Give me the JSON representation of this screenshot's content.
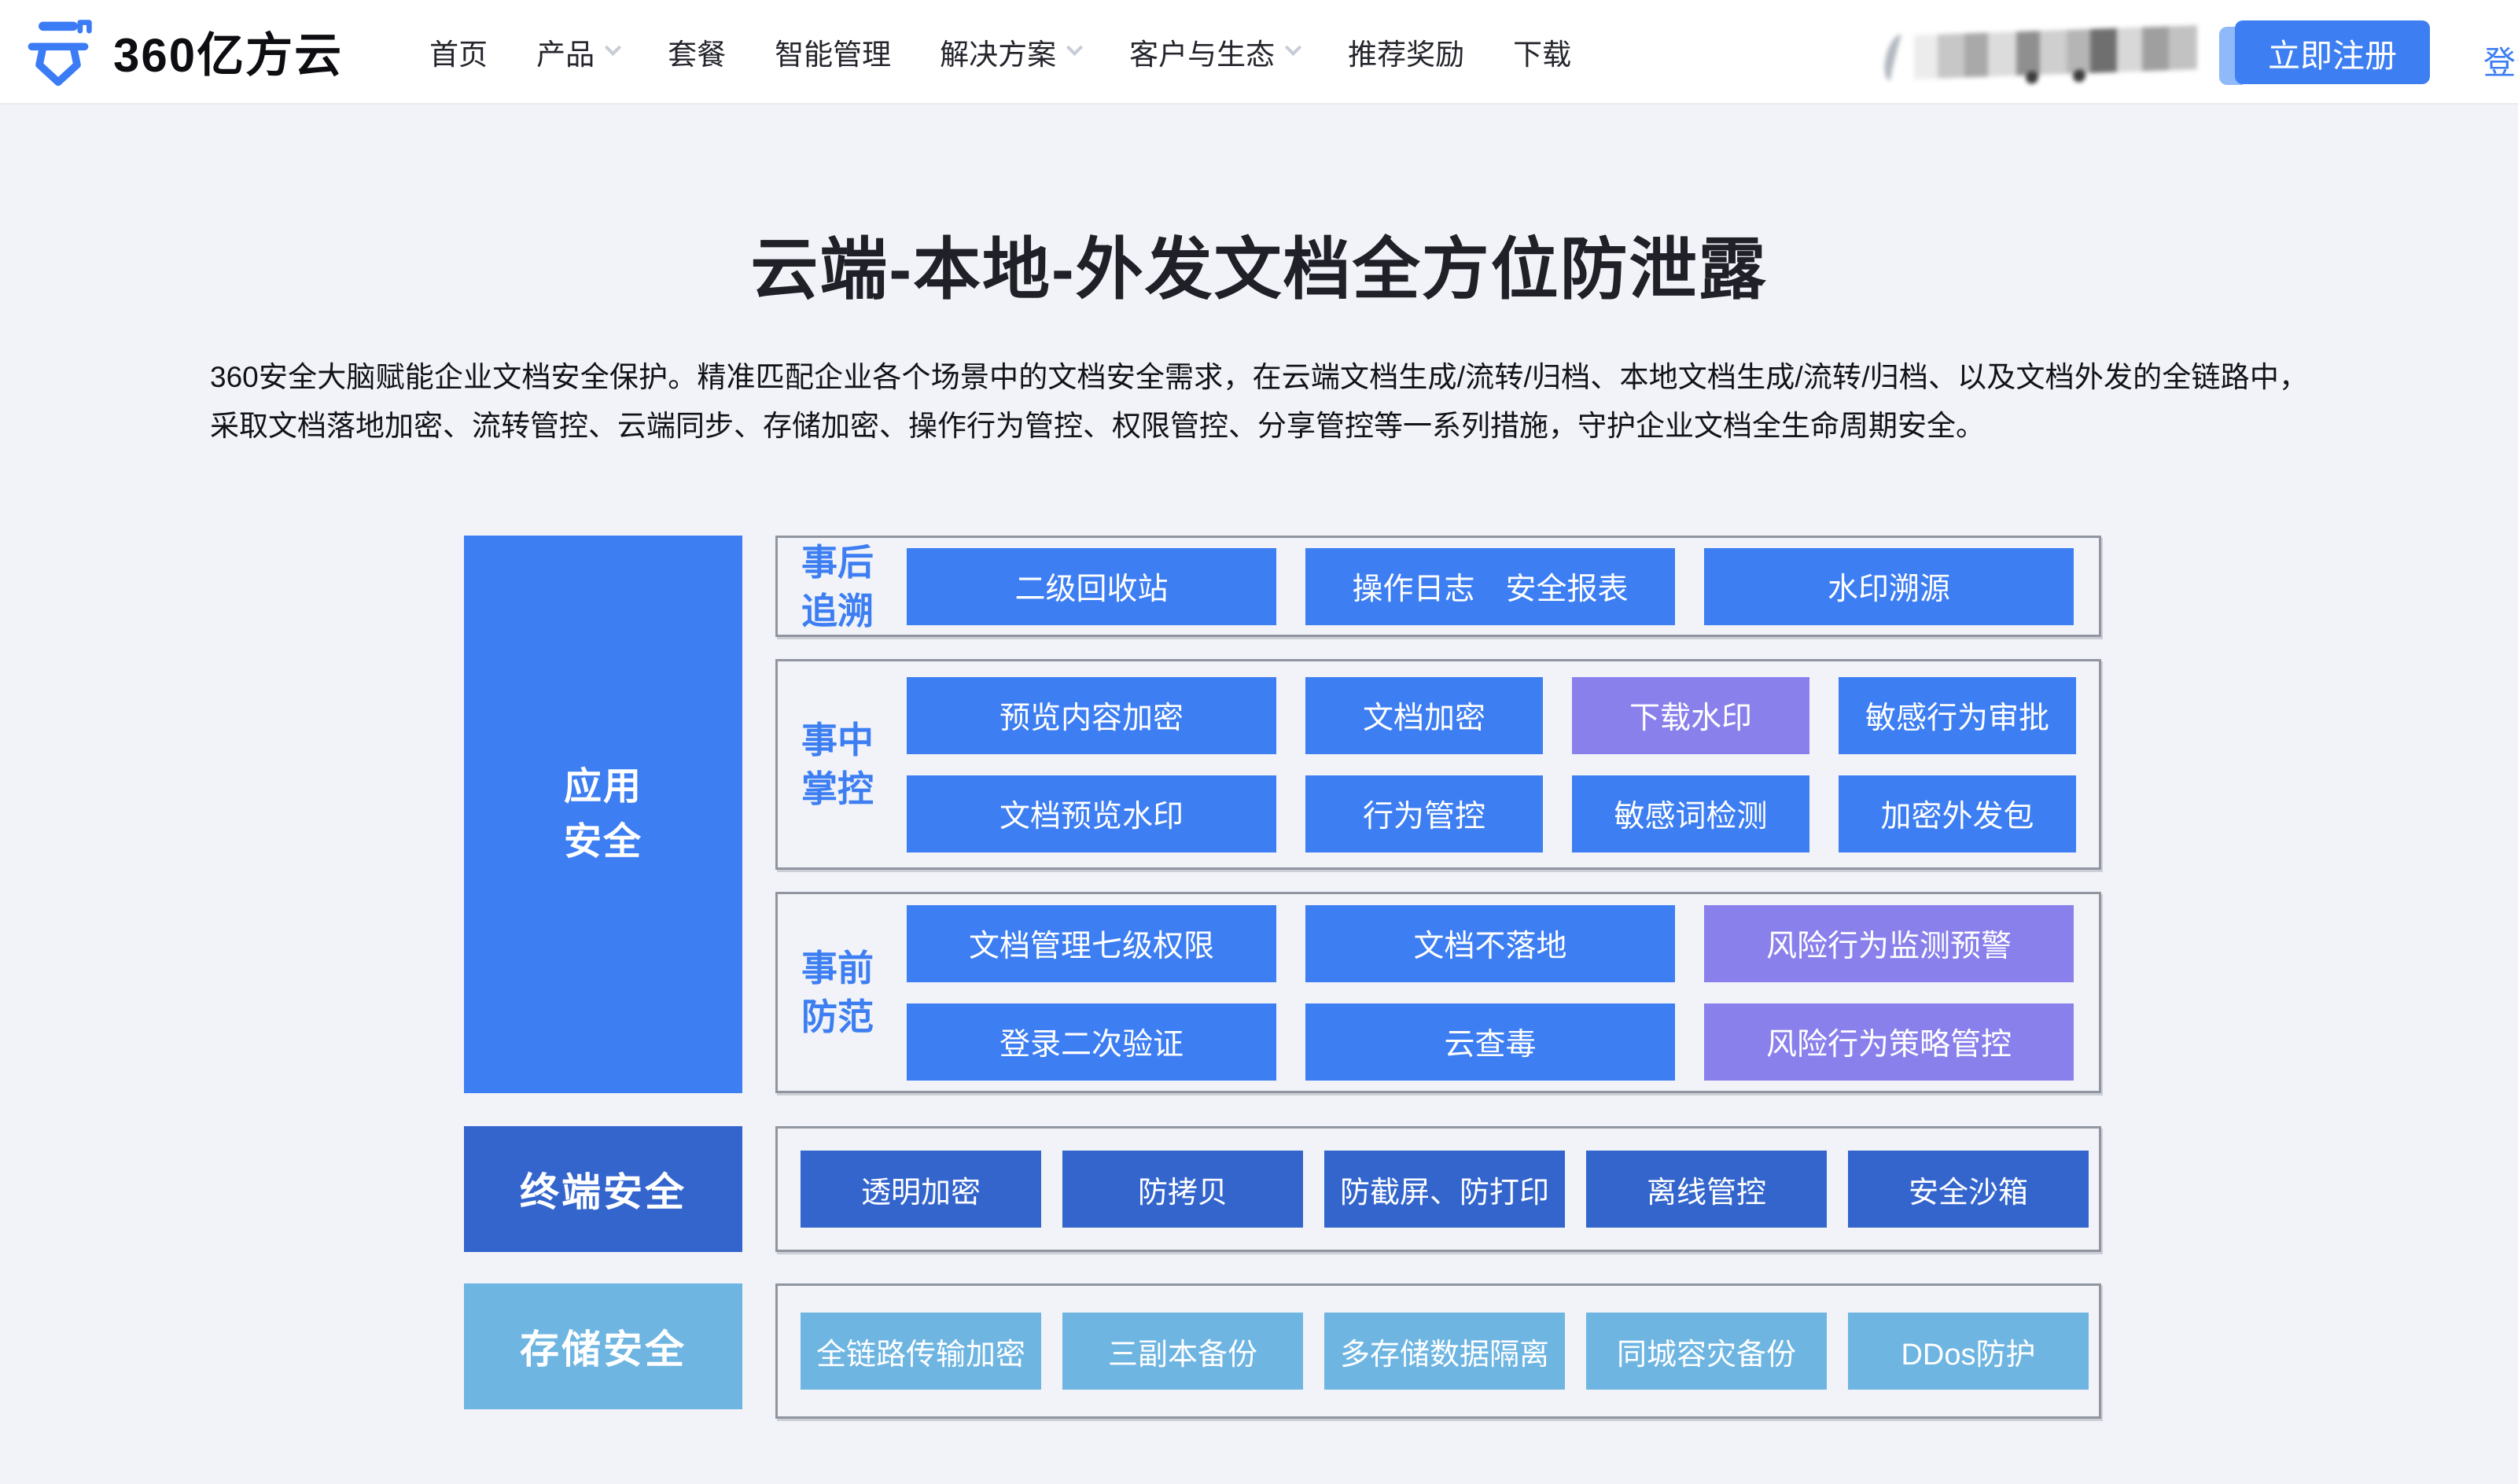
{
  "header": {
    "logo_text": "360亿方云",
    "nav": [
      {
        "label": "首页",
        "has_dropdown": false
      },
      {
        "label": "产品",
        "has_dropdown": true
      },
      {
        "label": "套餐",
        "has_dropdown": false
      },
      {
        "label": "智能管理",
        "has_dropdown": false
      },
      {
        "label": "解决方案",
        "has_dropdown": true
      },
      {
        "label": "客户与生态",
        "has_dropdown": true
      },
      {
        "label": "推荐奖励",
        "has_dropdown": false
      },
      {
        "label": "下载",
        "has_dropdown": false
      }
    ],
    "phone_masked": true,
    "register_button": "立即注册",
    "login_link": "登录"
  },
  "hero": {
    "title": "云端-本地-外发文档全方位防泄露",
    "description": "360安全大脑赋能企业文档安全保护。精准匹配企业各个场景中的文档安全需求，在云端文档生成/流转/归档、本地文档生成/流转/归档、以及文档外发的全链路中，采取文档落地加密、流转管控、云端同步、存储加密、操作行为管控、权限管控、分享管控等一系列措施，守护企业文档全生命周期安全。"
  },
  "diagram": {
    "colors": {
      "blue": "#3D7EF2",
      "purple": "#8A80EC",
      "dark_blue": "#3365CD",
      "light_blue": "#6EB5E2"
    },
    "app_label_lines": [
      "应用",
      "安全"
    ],
    "groups": [
      {
        "label_lines": [
          "事后",
          "追溯"
        ],
        "rows": [
          [
            {
              "label": "二级回收站",
              "color": "blue"
            },
            {
              "label": "操作日志　安全报表",
              "color": "blue"
            },
            {
              "label": "水印溯源",
              "color": "blue"
            }
          ]
        ]
      },
      {
        "label_lines": [
          "事中",
          "掌控"
        ],
        "rows": [
          [
            {
              "label": "预览内容加密",
              "color": "blue"
            },
            {
              "label": "文档加密",
              "color": "blue"
            },
            {
              "label": "下载水印",
              "color": "purple"
            },
            {
              "label": "敏感行为审批",
              "color": "blue"
            }
          ],
          [
            {
              "label": "文档预览水印",
              "color": "blue"
            },
            {
              "label": "行为管控",
              "color": "blue"
            },
            {
              "label": "敏感词检测",
              "color": "blue"
            },
            {
              "label": "加密外发包",
              "color": "blue"
            }
          ]
        ]
      },
      {
        "label_lines": [
          "事前",
          "防范"
        ],
        "rows": [
          [
            {
              "label": "文档管理七级权限",
              "color": "blue"
            },
            {
              "label": "文档不落地",
              "color": "blue"
            },
            {
              "label": "风险行为监测预警",
              "color": "purple"
            }
          ],
          [
            {
              "label": "登录二次验证",
              "color": "blue"
            },
            {
              "label": "云查毒",
              "color": "blue"
            },
            {
              "label": "风险行为策略管控",
              "color": "purple"
            }
          ]
        ]
      }
    ],
    "terminal_row": {
      "label": "终端安全",
      "items": [
        "透明加密",
        "防拷贝",
        "防截屏、防打印",
        "离线管控",
        "安全沙箱"
      ]
    },
    "storage_row": {
      "label": "存储安全",
      "items": [
        "全链路传输加密",
        "三副本备份",
        "多存储数据隔离",
        "同城容灾备份",
        "DDos防护"
      ]
    }
  }
}
